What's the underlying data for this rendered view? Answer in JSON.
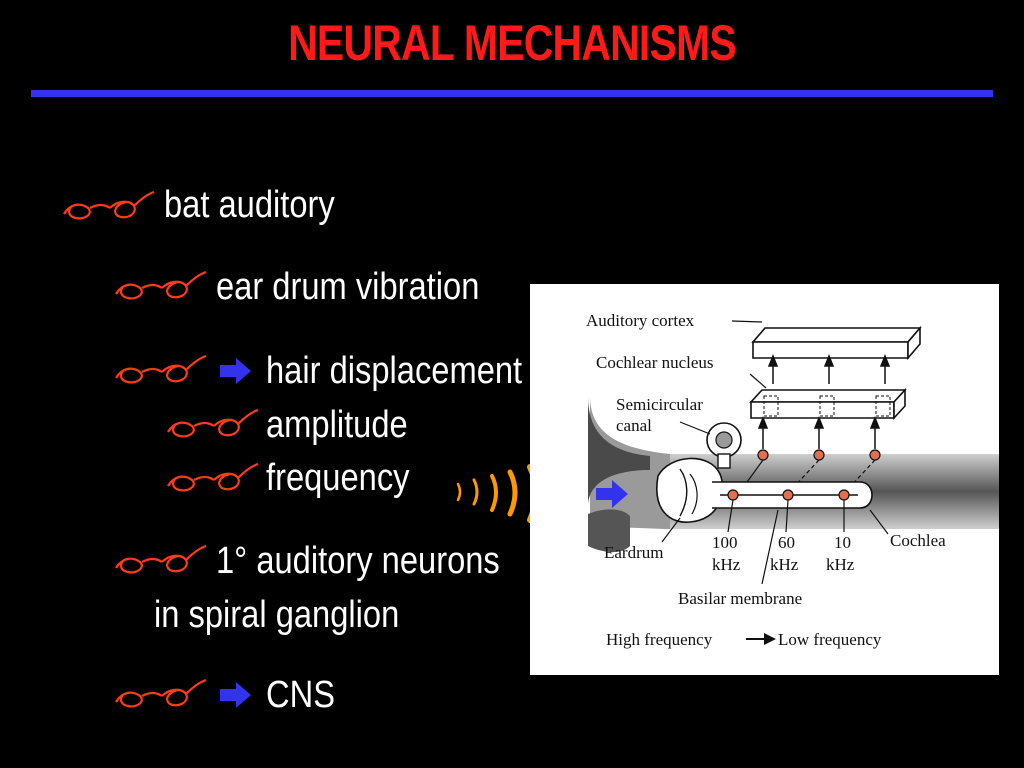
{
  "title": "NEURAL MECHANISMS",
  "colors": {
    "title": "#ff1a1a",
    "rule": "#3333ee",
    "bullet": "#ff3b1a",
    "arrow": "#3333ee",
    "waves": "#ff9900"
  },
  "bullets": {
    "b1": "bat auditory",
    "b2": "ear drum vibration",
    "b3": "hair displacement",
    "b4": "amplitude",
    "b5": "frequency",
    "b6_line1": "1° auditory neurons",
    "b6_line2": "in spiral ganglion",
    "b7": "CNS"
  },
  "diagram": {
    "auditory_cortex": "Auditory cortex",
    "cochlear_nucleus": "Cochlear nucleus",
    "semicircular": "Semicircular",
    "canal": "canal",
    "eardrum": "Eardrum",
    "cochlea": "Cochlea",
    "f1": "100",
    "f2": "60",
    "f3": "10",
    "unit1": "kHz",
    "unit2": "kHz",
    "unit3": "kHz",
    "basilar": "Basilar membrane",
    "high_freq": "High frequency",
    "low_freq": "Low frequency"
  }
}
